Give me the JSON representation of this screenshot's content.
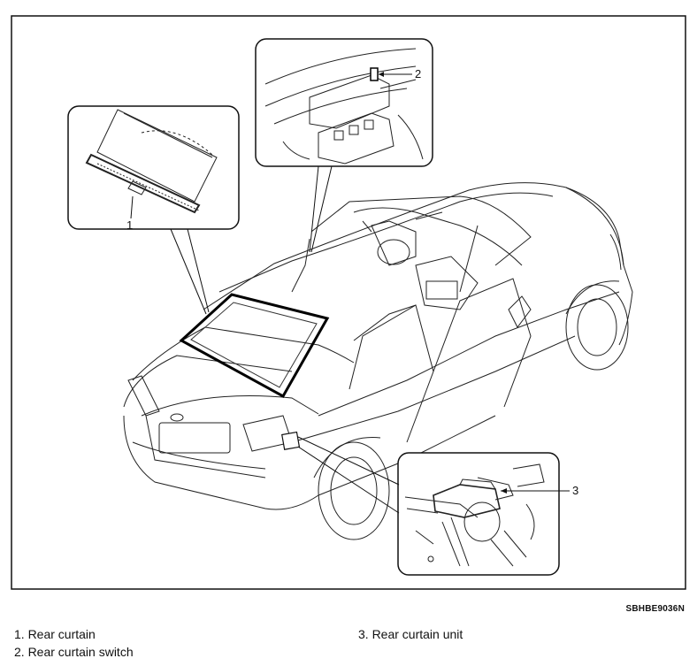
{
  "diagram": {
    "callouts": [
      "1",
      "2",
      "3"
    ],
    "figure_code": "SBHBE9036N"
  },
  "legend": [
    "1. Rear curtain",
    "2. Rear curtain switch",
    "3. Rear curtain unit"
  ]
}
